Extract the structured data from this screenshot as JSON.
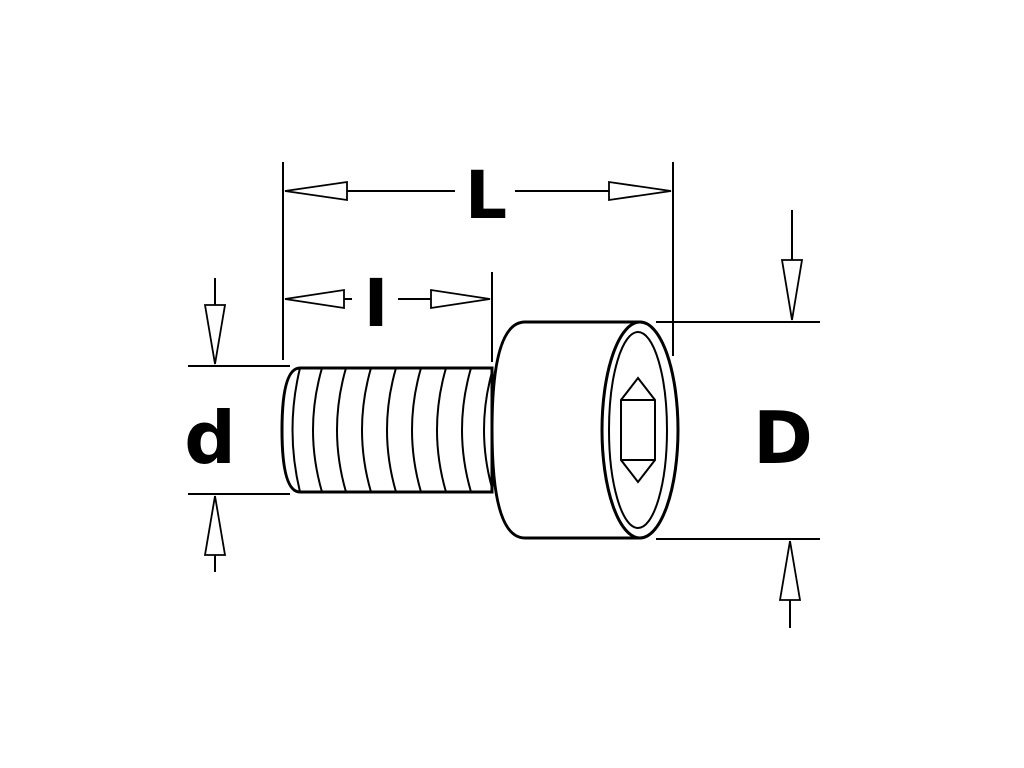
{
  "labels": {
    "total_length": "L",
    "thread_length": "I",
    "thread_diameter": "d",
    "head_diameter": "D"
  },
  "colors": {
    "stroke": "#000000",
    "background": "#ffffff"
  },
  "icons": {
    "part": "socket-head-cap-screw-icon",
    "socket": "hex-socket-icon"
  }
}
